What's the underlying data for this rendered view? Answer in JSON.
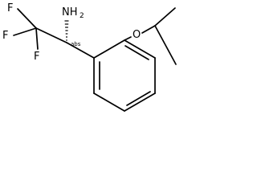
{
  "molecule": {
    "atom_labels": {
      "f_top": "F",
      "f_left": "F",
      "f_bottom": "F",
      "nh2_main": "NH",
      "nh2_subscript": "2",
      "oxygen": "O"
    },
    "stereo_note": "abs",
    "colors": {
      "bond": "#000000",
      "text": "#000000",
      "background": "#ffffff"
    }
  }
}
